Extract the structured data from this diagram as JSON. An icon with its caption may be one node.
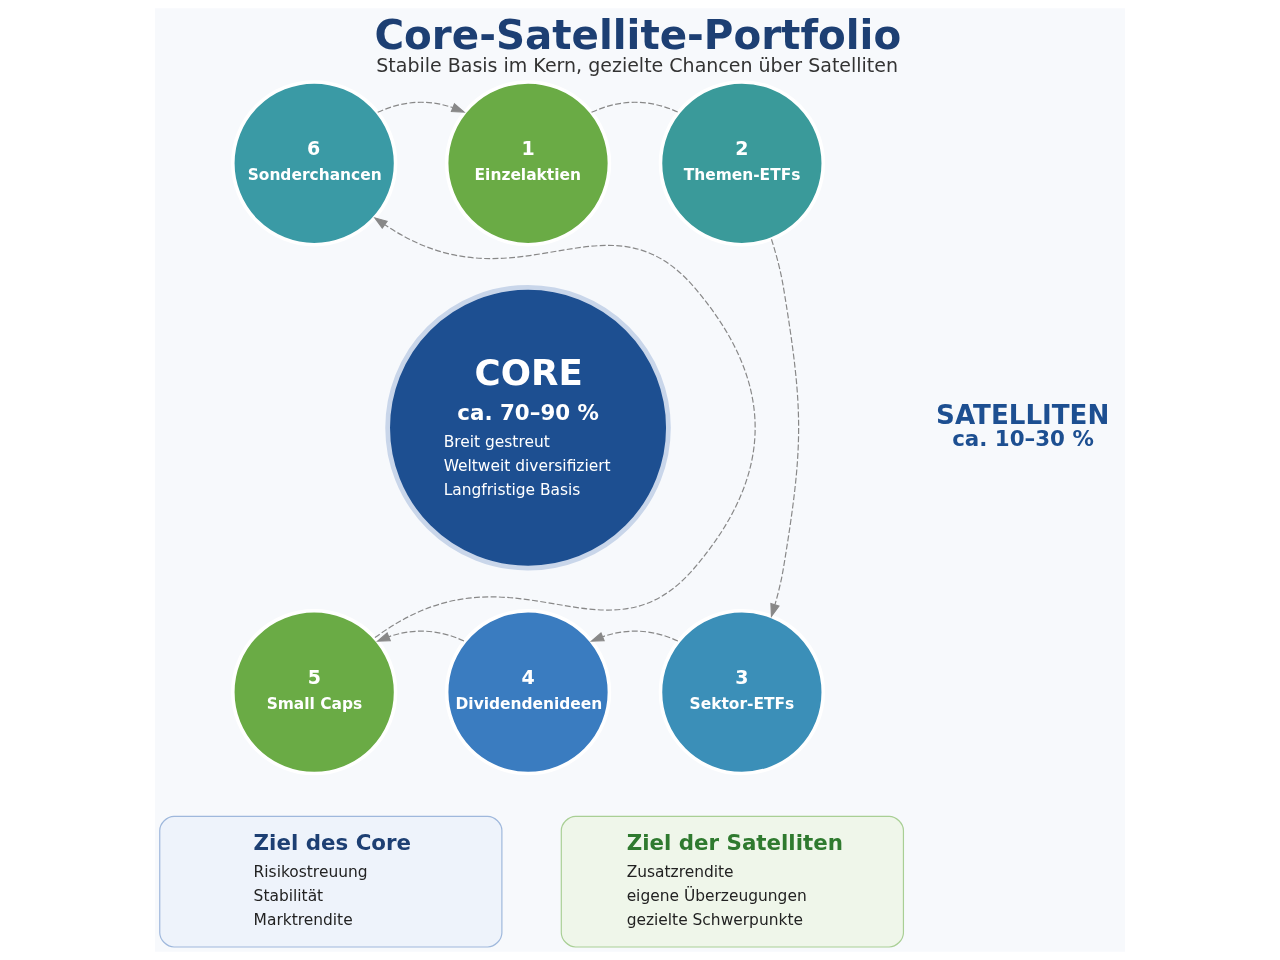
{
  "diagram": {
    "title": "Core-Satellite-Portfolio",
    "caption": "Stabile Basis im Kern, gezielte Chancen über Satelliten",
    "nodes": [
      {
        "text": [
          "CORE",
          "ca. 70–90 %",
          "Breit gestreut",
          "Weltweit diversifiziert",
          "Langfristige Basis"
        ]
      },
      {
        "text": [
          "1",
          "Einzelaktien"
        ]
      },
      {
        "text": [
          "2",
          "Themen-ETFs"
        ]
      },
      {
        "text": [
          "3",
          "Sektor-ETFs"
        ]
      },
      {
        "text": [
          "4",
          "Dividendenideen"
        ]
      },
      {
        "text": [
          "5",
          "Small Caps"
        ]
      },
      {
        "text": [
          "6",
          "Sonderchancen"
        ]
      },
      {
        "text": [
          "Ziel des Core",
          "Risikostreuung",
          "Stabilität",
          "Marktrendite"
        ]
      },
      {
        "text": [
          "Ziel der Satelliten",
          "Zusatzrendite",
          "eigene Überzeugungen",
          "gezielte Schwerpunkte"
        ]
      }
    ],
    "edges": [
      {
        "from": 6,
        "to": 1,
        "arrow": "to",
        "style": "dashed"
      },
      {
        "from": 1,
        "to": 2,
        "arrow": "none",
        "style": "dashed"
      },
      {
        "from": 2,
        "to": 3,
        "arrow": "to",
        "style": "dashed"
      },
      {
        "from": 3,
        "to": 4,
        "arrow": "to",
        "style": "dashed"
      },
      {
        "from": 4,
        "to": 5,
        "arrow": "to",
        "style": "dashed"
      },
      {
        "from": 5,
        "to": 6,
        "arrow": "to",
        "style": "dashed"
      }
    ],
    "labels": [
      "SATELLITEN",
      "ca. 10–30 %"
    ]
  }
}
